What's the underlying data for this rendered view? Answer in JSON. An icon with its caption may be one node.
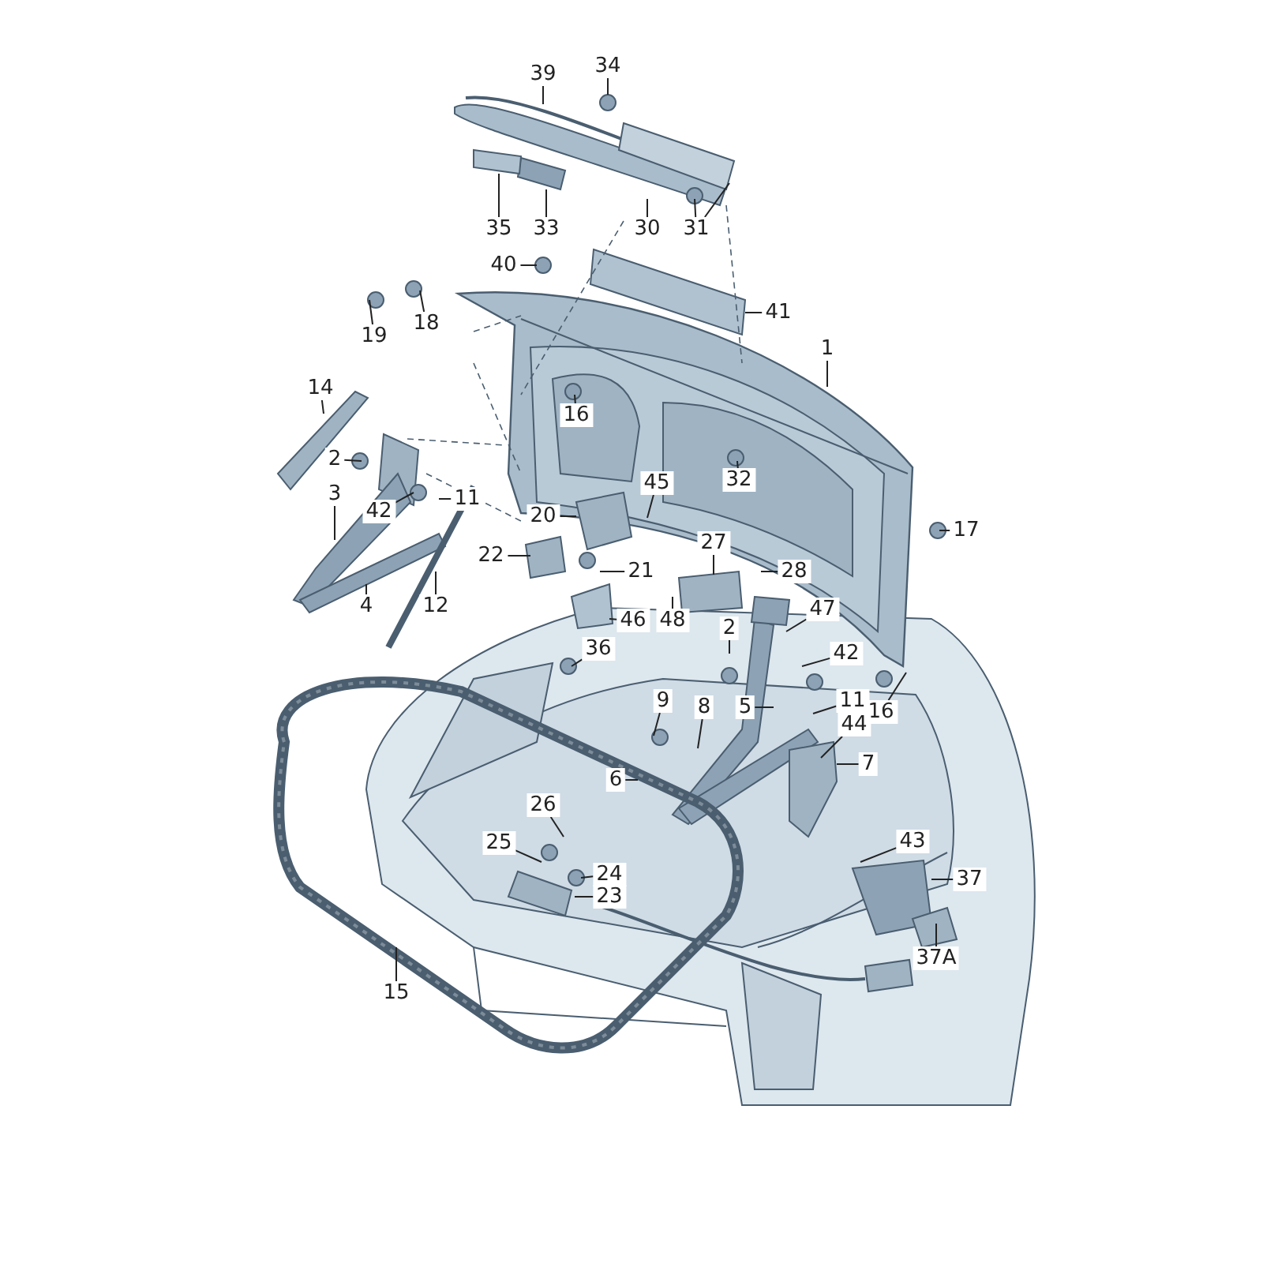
{
  "diagram": {
    "nodes": [
      {
        "text": [
          "39"
        ]
      },
      {
        "text": [
          "34"
        ]
      },
      {
        "text": [
          "35"
        ]
      },
      {
        "text": [
          "33"
        ]
      },
      {
        "text": [
          "30"
        ]
      },
      {
        "text": [
          "31"
        ]
      },
      {
        "text": [
          "40"
        ]
      },
      {
        "text": [
          "41"
        ]
      },
      {
        "text": [
          "19"
        ]
      },
      {
        "text": [
          "18"
        ]
      },
      {
        "text": [
          "1"
        ]
      },
      {
        "text": [
          "14"
        ]
      },
      {
        "text": [
          "16"
        ]
      },
      {
        "text": [
          "2"
        ]
      },
      {
        "text": [
          "32"
        ]
      },
      {
        "text": [
          "3"
        ]
      },
      {
        "text": [
          "42"
        ]
      },
      {
        "text": [
          "11"
        ]
      },
      {
        "text": [
          "45"
        ]
      },
      {
        "text": [
          "17"
        ]
      },
      {
        "text": [
          "20"
        ]
      },
      {
        "text": [
          "22"
        ]
      },
      {
        "text": [
          "21"
        ]
      },
      {
        "text": [
          "27"
        ]
      },
      {
        "text": [
          "12"
        ]
      },
      {
        "text": [
          "4"
        ]
      },
      {
        "text": [
          "28"
        ]
      },
      {
        "text": [
          "48"
        ]
      },
      {
        "text": [
          "46"
        ]
      },
      {
        "text": [
          "47"
        ]
      },
      {
        "text": [
          "36"
        ]
      },
      {
        "text": [
          "2"
        ]
      },
      {
        "text": [
          "42"
        ]
      },
      {
        "text": [
          "11"
        ]
      },
      {
        "text": [
          "9"
        ]
      },
      {
        "text": [
          "8"
        ]
      },
      {
        "text": [
          "5"
        ]
      },
      {
        "text": [
          "16"
        ]
      },
      {
        "text": [
          "44"
        ]
      },
      {
        "text": [
          "7"
        ]
      },
      {
        "text": [
          "6"
        ]
      },
      {
        "text": [
          "26"
        ]
      },
      {
        "text": [
          "25"
        ]
      },
      {
        "text": [
          "24"
        ]
      },
      {
        "text": [
          "23"
        ]
      },
      {
        "text": [
          "43"
        ]
      },
      {
        "text": [
          "37"
        ]
      },
      {
        "text": [
          "37A"
        ]
      },
      {
        "text": [
          "15"
        ]
      }
    ],
    "edges": [
      {
        "from": 0,
        "to": null,
        "arrow": "none"
      },
      {
        "from": 1,
        "to": null,
        "arrow": "none"
      },
      {
        "from": 2,
        "to": null,
        "arrow": "none"
      },
      {
        "from": 3,
        "to": null,
        "arrow": "none"
      },
      {
        "from": 4,
        "to": null,
        "arrow": "none"
      },
      {
        "from": 5,
        "to": null,
        "arrow": "none"
      },
      {
        "from": 5,
        "to": null,
        "arrow": "none"
      },
      {
        "from": 6,
        "to": null,
        "arrow": "none"
      },
      {
        "from": 7,
        "to": null,
        "arrow": "none"
      },
      {
        "from": 8,
        "to": null,
        "arrow": "none"
      },
      {
        "from": 9,
        "to": null,
        "arrow": "none"
      },
      {
        "from": 10,
        "to": null,
        "arrow": "none"
      },
      {
        "from": 11,
        "to": null,
        "arrow": "none"
      },
      {
        "from": 12,
        "to": null,
        "arrow": "none"
      },
      {
        "from": 13,
        "to": null,
        "arrow": "none"
      },
      {
        "from": 14,
        "to": null,
        "arrow": "none"
      },
      {
        "from": 15,
        "to": null,
        "arrow": "none"
      },
      {
        "from": 16,
        "to": null,
        "arrow": "none"
      },
      {
        "from": 17,
        "to": null,
        "arrow": "none"
      },
      {
        "from": 18,
        "to": null,
        "arrow": "none"
      },
      {
        "from": 19,
        "to": null,
        "arrow": "none"
      },
      {
        "from": 20,
        "to": null,
        "arrow": "none"
      },
      {
        "from": 21,
        "to": null,
        "arrow": "none"
      },
      {
        "from": 22,
        "to": null,
        "arrow": "none"
      },
      {
        "from": 23,
        "to": null,
        "arrow": "none"
      },
      {
        "from": 24,
        "to": null,
        "arrow": "none"
      },
      {
        "from": 25,
        "to": null,
        "arrow": "none"
      },
      {
        "from": 26,
        "to": null,
        "arrow": "none"
      },
      {
        "from": 27,
        "to": null,
        "arrow": "none"
      },
      {
        "from": 28,
        "to": null,
        "arrow": "none"
      },
      {
        "from": 29,
        "to": null,
        "arrow": "none"
      },
      {
        "from": 30,
        "to": null,
        "arrow": "none"
      },
      {
        "from": 31,
        "to": null,
        "arrow": "none"
      },
      {
        "from": 32,
        "to": null,
        "arrow": "none"
      },
      {
        "from": 33,
        "to": null,
        "arrow": "none"
      },
      {
        "from": 34,
        "to": null,
        "arrow": "none"
      },
      {
        "from": 35,
        "to": null,
        "arrow": "none"
      },
      {
        "from": 36,
        "to": null,
        "arrow": "none"
      },
      {
        "from": 37,
        "to": null,
        "arrow": "none"
      },
      {
        "from": 38,
        "to": null,
        "arrow": "none"
      },
      {
        "from": 39,
        "to": null,
        "arrow": "none"
      },
      {
        "from": 40,
        "to": null,
        "arrow": "none"
      },
      {
        "from": 41,
        "to": null,
        "arrow": "none"
      },
      {
        "from": 42,
        "to": null,
        "arrow": "none"
      },
      {
        "from": 43,
        "to": null,
        "arrow": "none"
      },
      {
        "from": 44,
        "to": null,
        "arrow": "none"
      },
      {
        "from": 45,
        "to": null,
        "arrow": "none"
      },
      {
        "from": 46,
        "to": null,
        "arrow": "none"
      },
      {
        "from": 47,
        "to": null,
        "arrow": "none"
      },
      {
        "from": 48,
        "to": null,
        "arrow": "none"
      }
    ]
  }
}
